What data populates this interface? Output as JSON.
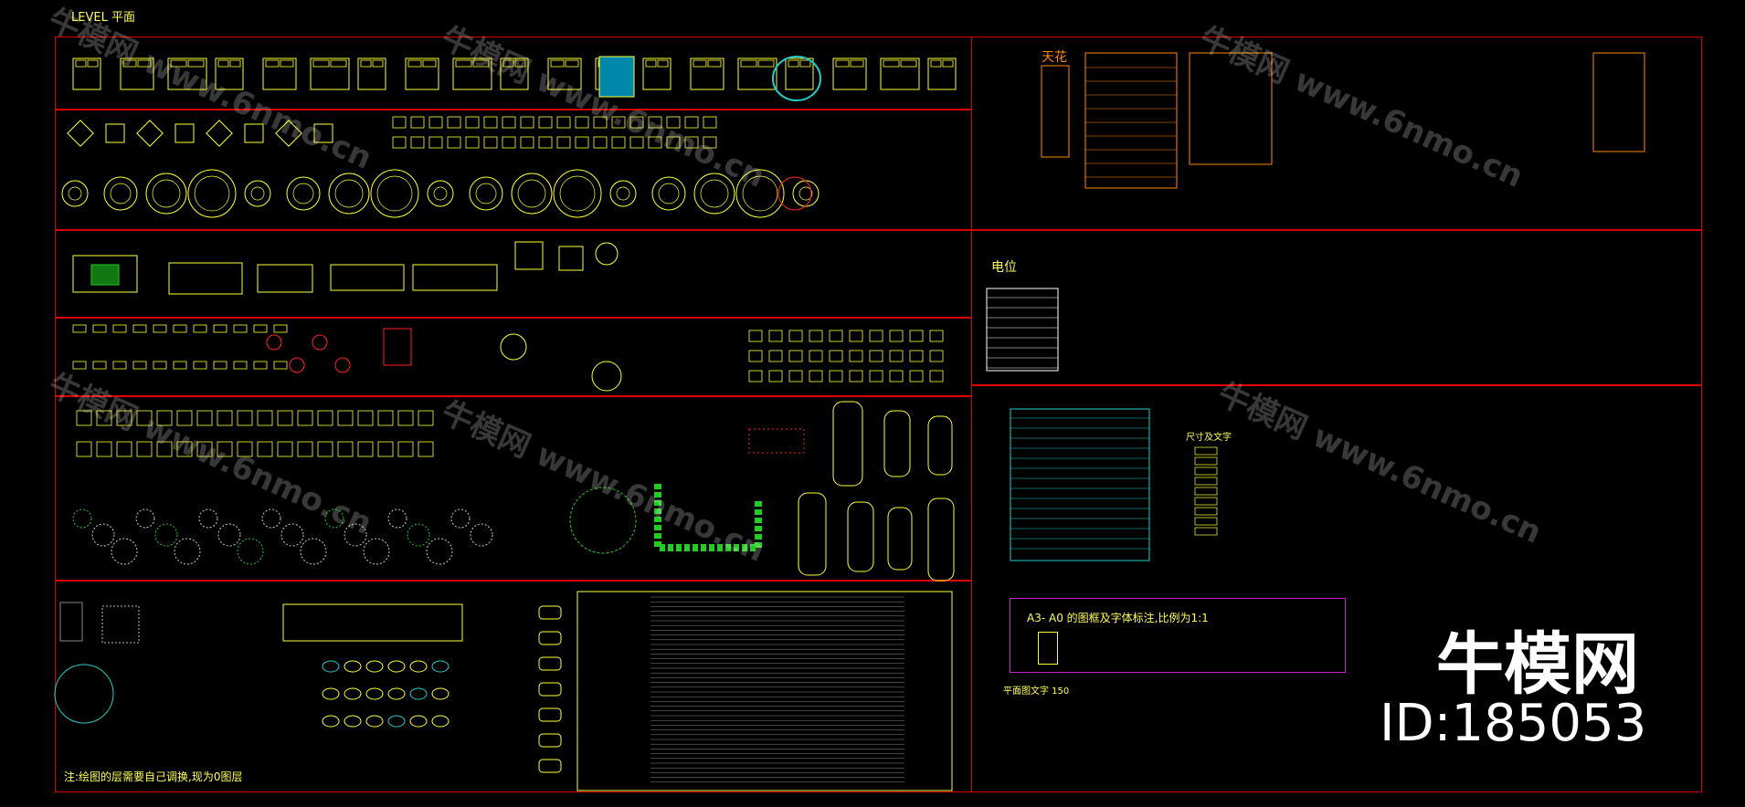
{
  "drawing": {
    "header": "LEVEL 平面",
    "note_bottom_left": "注:绘图的层需要自己调换,现为0图层",
    "panel_labels": {
      "ceiling": "天花",
      "electrical": "电位",
      "dimension_text": "尺寸及文字",
      "frame_title": "A3- A0 的图框及字体标注,比例为1:1",
      "text_scale": "平面图文字  150"
    }
  },
  "watermark": {
    "logo": "牛模网",
    "id": "ID:185053",
    "repeat": "牛模网 www.6nmo.cn"
  },
  "colors": {
    "line_yellow": "#ffff33",
    "frame_red": "#dd0000",
    "green": "#22cc22",
    "cyan": "#22cccc",
    "magenta": "#cc22cc",
    "orange": "#ff8800",
    "red": "#ff2222"
  }
}
